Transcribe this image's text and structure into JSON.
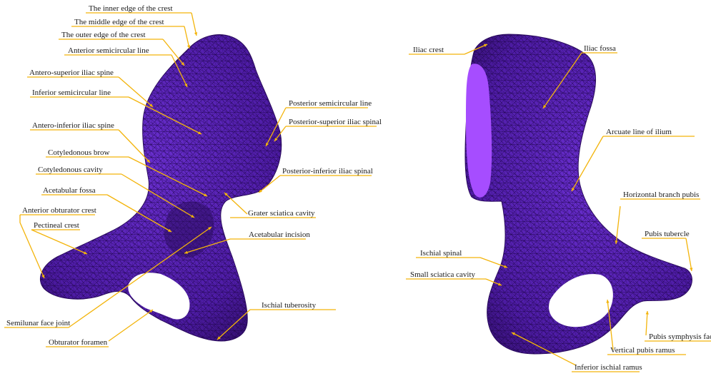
{
  "colors": {
    "mesh_fill": "#5a22b8",
    "mesh_shadow": "#2c0c60",
    "mesh_line": "#1a0340",
    "cut_face": "#a64dff",
    "leader": "#f3b40b",
    "text": "#1a1a1a"
  },
  "left_view": {
    "labels": [
      "The inner edge of the crest",
      "The middle edge of the crest",
      "The outer edge of the crest",
      "Anterior semicircular line",
      "Antero-superior iliac spine",
      "Inferior semicircular line",
      "Antero-inferior iliac spine",
      "Cotyledonous brow",
      "Cotyledonous cavity",
      "Acetabular  fossa",
      "Anterior obturator crest",
      "Pectineal crest",
      "Semilunar face joint",
      "Obturator foramen",
      "Posterior semicircular line",
      "Posterior-superior iliac spinal",
      "Posterior-inferior iliac spinal",
      "Grater sciatica cavity",
      "Acetabular incision",
      "Ischial tuberosity"
    ]
  },
  "right_view": {
    "labels": [
      "Iliac crest",
      "Iliac fossa",
      "Arcuate line of ilium",
      "Horizontal branch pubis",
      "Pubis tubercle",
      "Ischial spinal",
      "Small sciatica cavity",
      "Pubis symphysis face",
      "Vertical pubis ramus",
      "Inferior ischial ramus"
    ]
  }
}
